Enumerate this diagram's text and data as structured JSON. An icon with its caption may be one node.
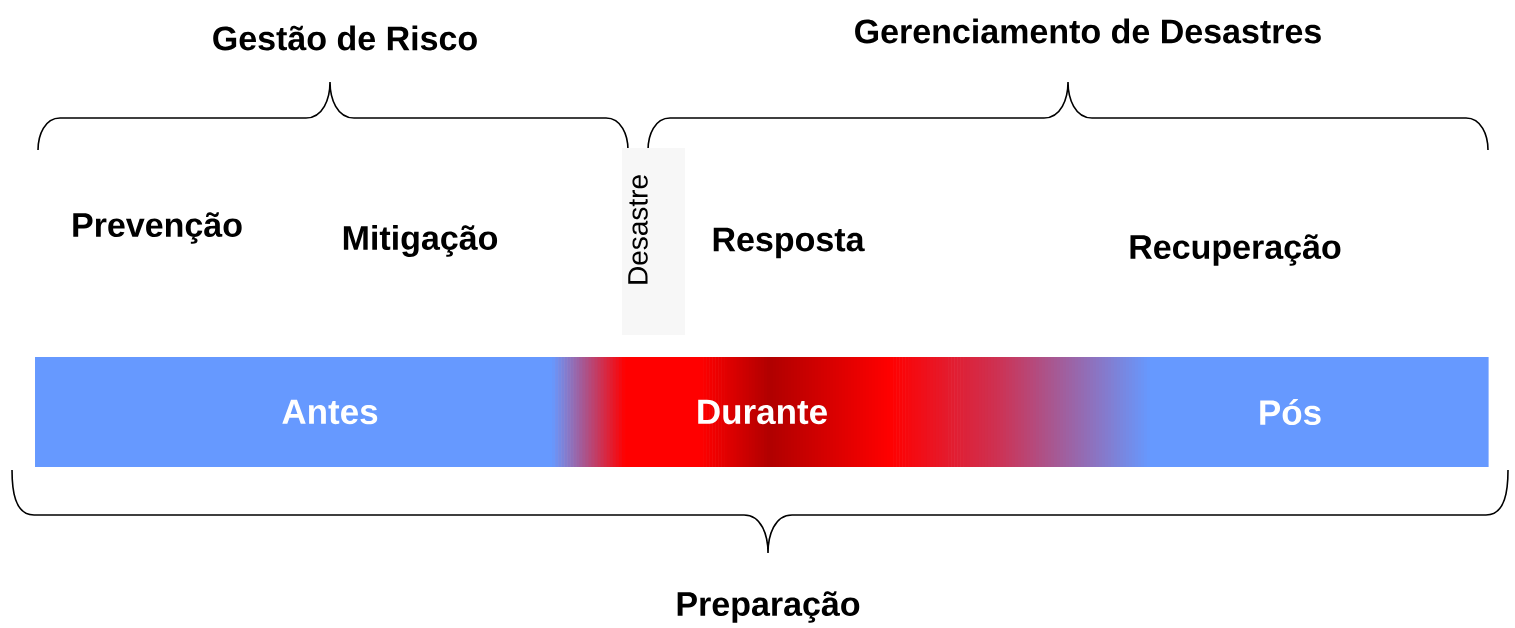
{
  "diagram": {
    "nodes": [
      {
        "text": [
          "Desastre"
        ]
      },
      {
        "text": [
          "Antes",
          "Durante",
          "Pós"
        ]
      }
    ],
    "labels": [
      "Gestão de Risco",
      "Gerenciamento de Desastres",
      "Prevenção",
      "Mitigação",
      "Resposta",
      "Recuperação",
      "Preparação"
    ]
  }
}
